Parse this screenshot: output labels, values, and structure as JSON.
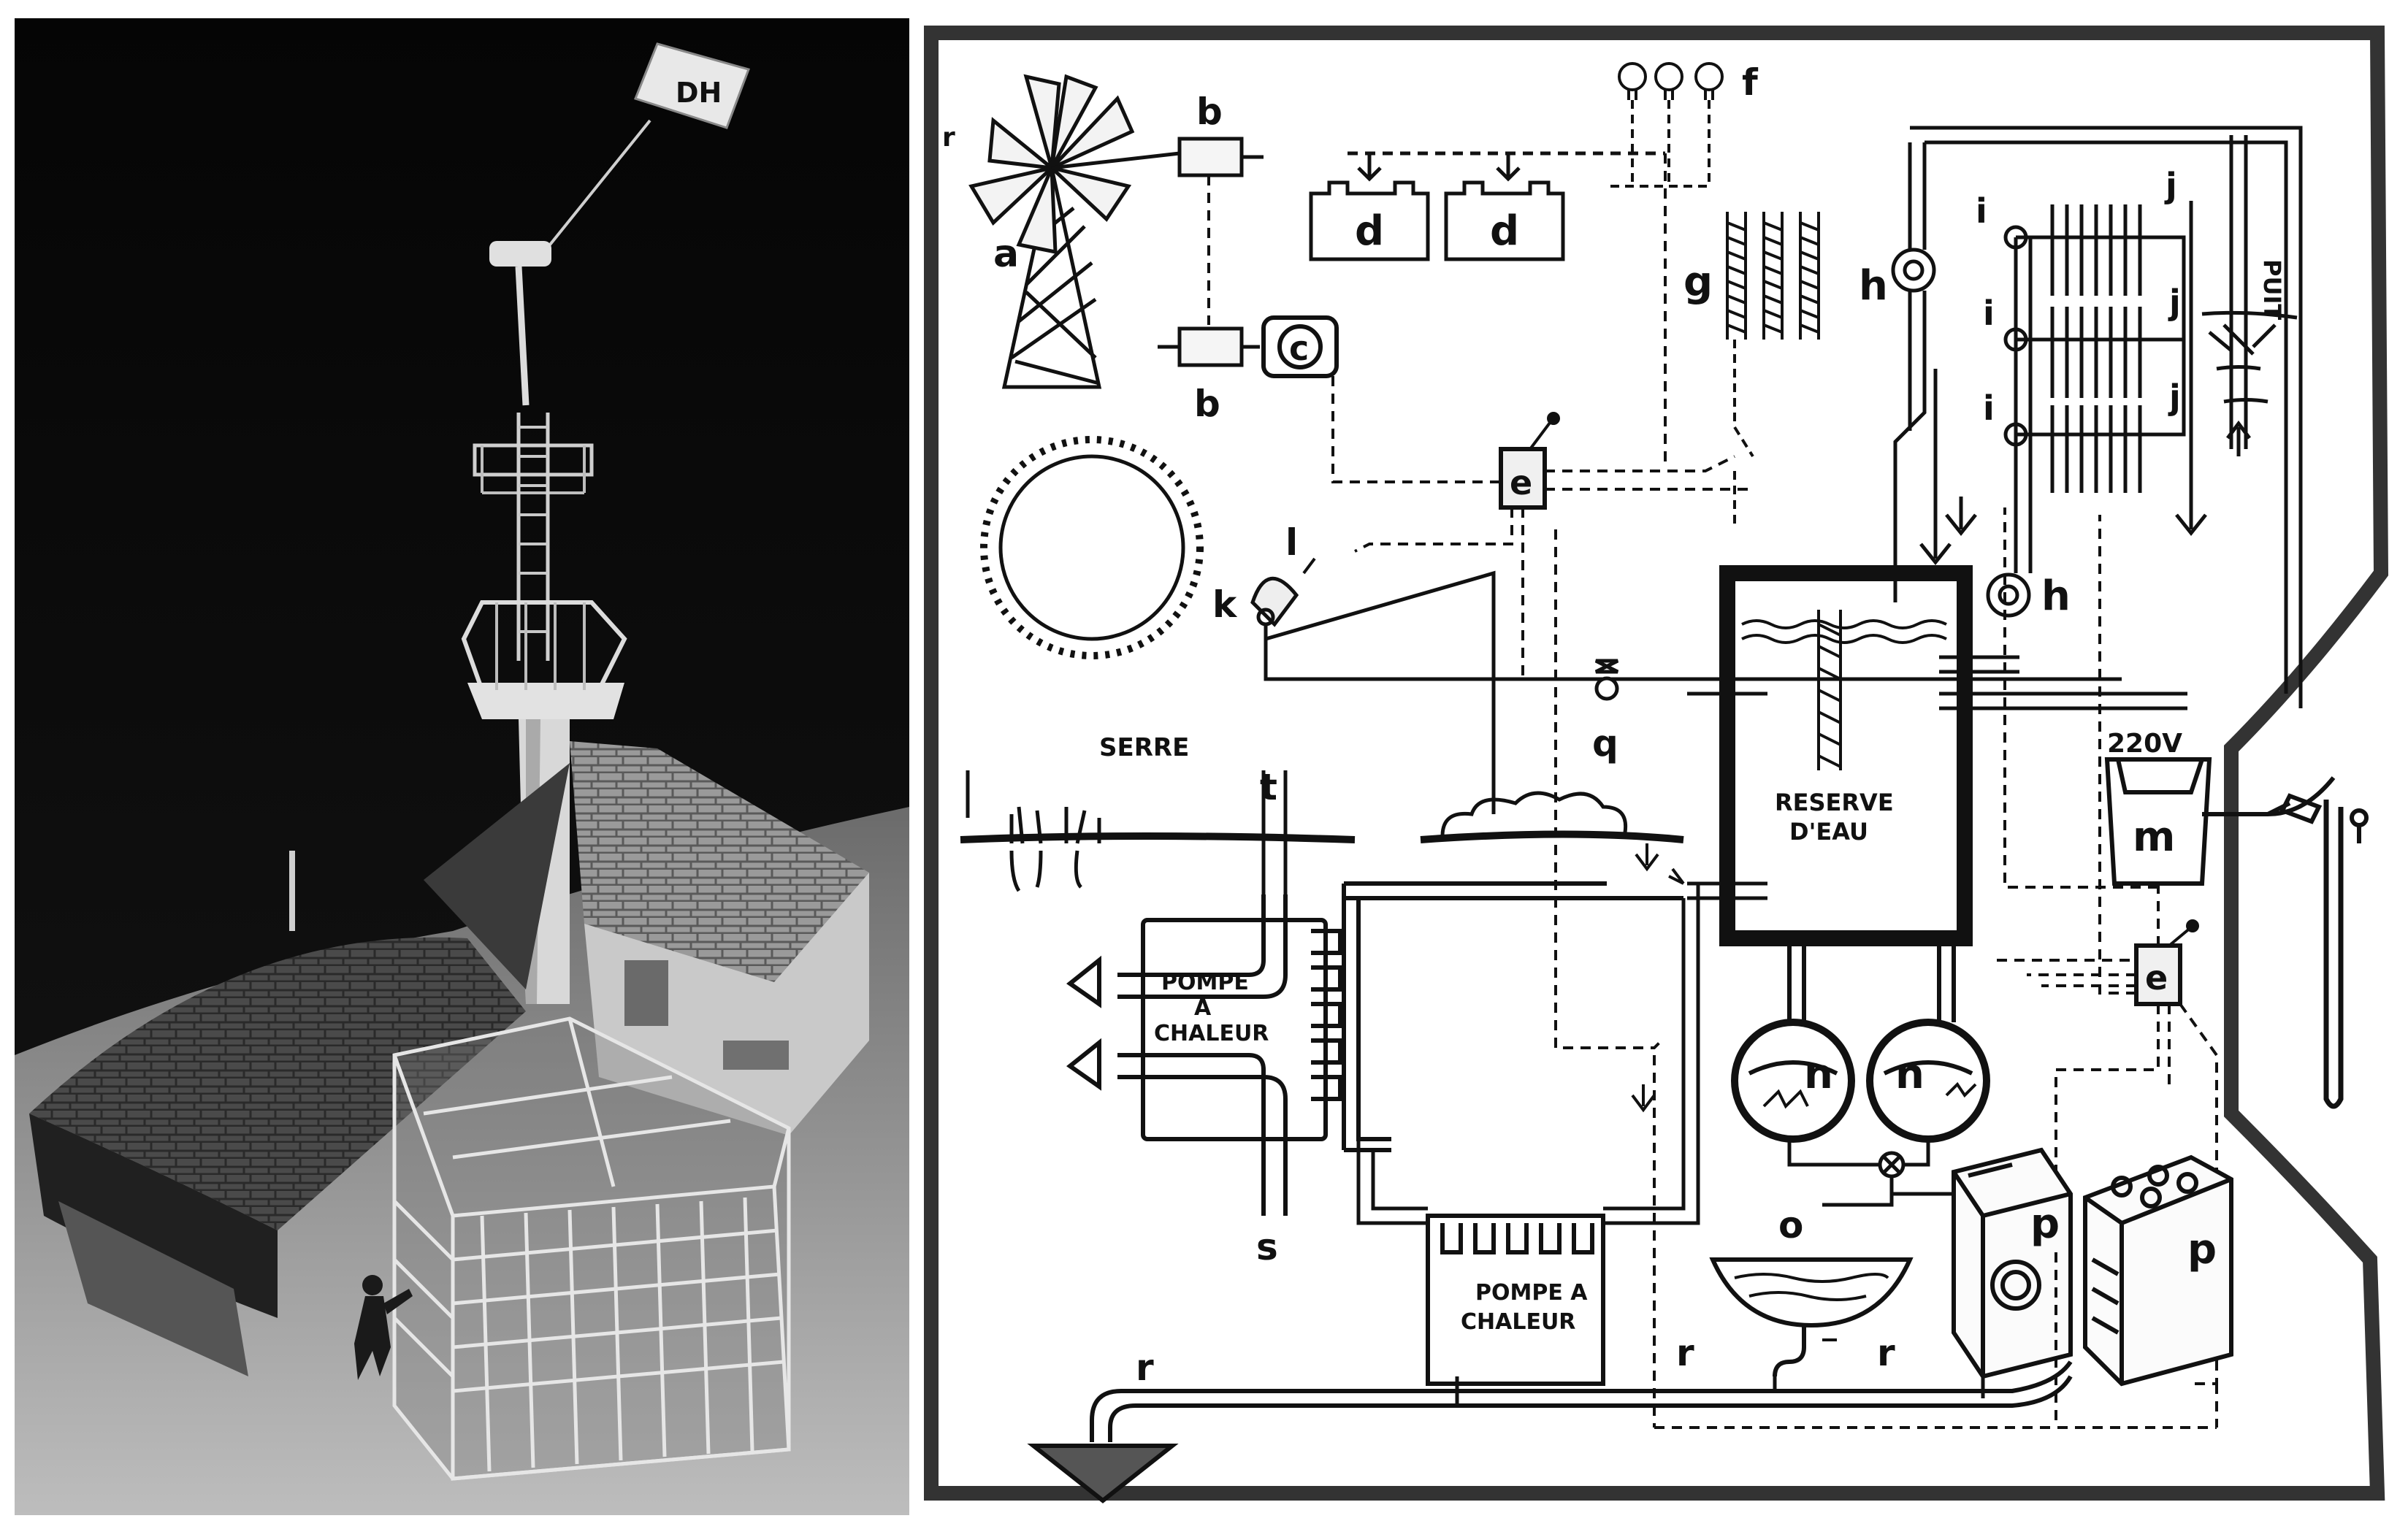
{
  "photo": {
    "kite_text": "DH"
  },
  "diagram": {
    "labels": {
      "a": "a",
      "b": "b",
      "c": "c",
      "d": "d",
      "e": "e",
      "f": "f",
      "g": "g",
      "h": "h",
      "i": "i",
      "j": "j",
      "k": "k",
      "l": "l",
      "m": "m",
      "n": "n",
      "o": "o",
      "p": "p",
      "q": "q",
      "r": "r",
      "s": "s",
      "t": "t"
    },
    "texts": {
      "serre": "SERRE",
      "puit": "PUIT",
      "v220": "220V",
      "reserve_line1": "RESERVE",
      "reserve_line2": "D'EAU",
      "pompe_left_1": "POMPE",
      "pompe_left_2": "A",
      "pompe_left_3": "CHALEUR",
      "pompe_bottom_1": "POMPE A",
      "pompe_bottom_2": "CHALEUR"
    }
  }
}
